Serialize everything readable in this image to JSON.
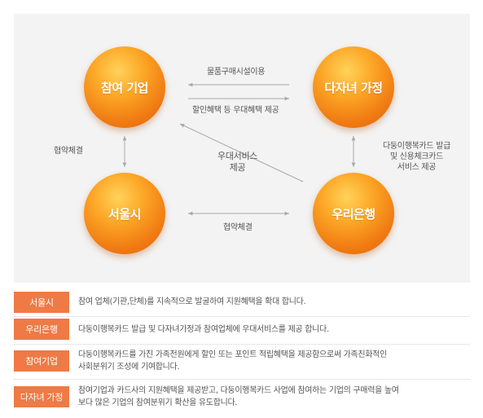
{
  "diagram": {
    "nodes": {
      "participant": "참여 기업",
      "family": "다자녀 가정",
      "seoul": "서울시",
      "bank": "우리은행"
    },
    "labels": {
      "purchase": "물품구매시설이용",
      "discount": "할인혜택 등 우대혜택 제공",
      "agreement_left": "협약체결",
      "agreement_bottom": "협약체결",
      "benefit_service": [
        "우대서비스",
        "제공"
      ],
      "card_issue": [
        "다둥이행복카드 발급",
        "및 신용체크카드",
        "서비스 제공"
      ]
    }
  },
  "legend": [
    {
      "tag": "서울시",
      "lines": [
        "참여 업체(기관,단체)를 지속적으로 발굴하여 지원혜택을 확대 합니다."
      ]
    },
    {
      "tag": "우리은행",
      "lines": [
        "다둥이행복카드 발급 및 다자녀가정과 참여업체에 우대서비스를 제공 합니다."
      ]
    },
    {
      "tag": "참여기업",
      "lines": [
        "다둥이행복카드를 가진 가족전원에게 할인 또는 포인트 적립혜택을 제공함으로써 가족친화적인",
        "사회분위기 조성에 기여합니다."
      ]
    },
    {
      "tag": "다자녀 가정",
      "lines": [
        "참여기업과 카드사의 지원혜택을 제공받고, 다둥이행복카드 사업에 참여하는 기업의 구매력을 높여",
        "보다 많은 기업의 참여분위기 확산을 유도합니다."
      ]
    }
  ],
  "colors": {
    "node": "#f07a12",
    "tag": "#ef7a45",
    "panel": "#f3f3f3",
    "arrow": "#a9a9a9"
  }
}
